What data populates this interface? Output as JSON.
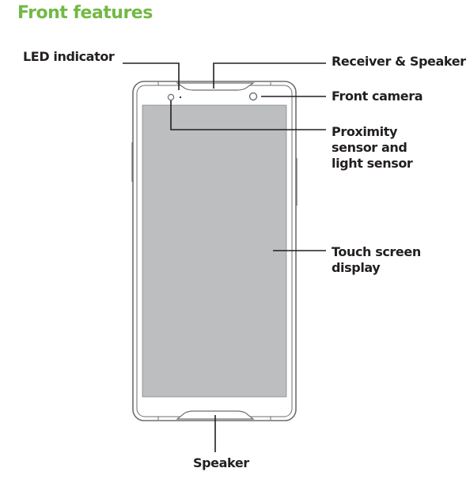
{
  "title": "Front features",
  "colors": {
    "title": "#72b945",
    "outline": "#6d6e71",
    "screen": "#bcbec0",
    "leader": "#231f20",
    "text": "#231f20"
  },
  "callouts": {
    "led_indicator": "LED indicator",
    "receiver_speaker": "Receiver & Speaker",
    "front_camera": "Front camera",
    "proximity_sensor": [
      "Proximity",
      "sensor and",
      "light sensor"
    ],
    "touch_screen": [
      "Touch screen",
      "display"
    ],
    "speaker": "Speaker"
  }
}
